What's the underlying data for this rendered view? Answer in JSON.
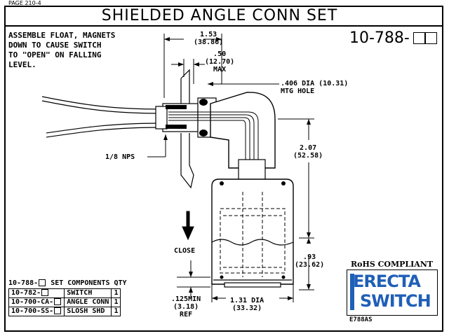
{
  "page_label": "PAGE 210-4",
  "title": "SHIELDED ANGLE CONN SET",
  "part_number_prefix": "10-788-",
  "note": "ASSEMBLE FLOAT, MAGNETS\nDOWN TO CAUSE SWITCH\nTO \"OPEN\" ON FALLING\nLEVEL.",
  "dimensions": {
    "width_top": "1.53\n(38.86)",
    "offset": ".50\n(12.70)\nMAX",
    "mtg_hole": ".406 DIA (10.31)\nMTG HOLE",
    "thread": "1/8 NPS",
    "height": "2.07\n(52.58)",
    "float_height": ".93\n(23.62)",
    "diameter": "1.31 DIA\n(33.32)",
    "min_ref": ".125MIN\n(3.18)\nREF"
  },
  "labels": {
    "close": "CLOSE",
    "rohs": "RoHS COMPLIANT",
    "drawing_no": "E788AS"
  },
  "logo": {
    "line1": "ERECTA",
    "line2": "SWITCH",
    "color": "#1f5fb8"
  },
  "bom": {
    "header_part": "10-788-",
    "header_text": "SET COMPONENTS QTY",
    "rows": [
      {
        "part": "10-782-",
        "desc": "SWITCH",
        "qty": "1"
      },
      {
        "part": "10-700-CA-",
        "desc": "ANGLE CONN",
        "qty": "1"
      },
      {
        "part": "10-700-SS-",
        "desc": "SLOSH SHD",
        "qty": "1"
      }
    ]
  }
}
